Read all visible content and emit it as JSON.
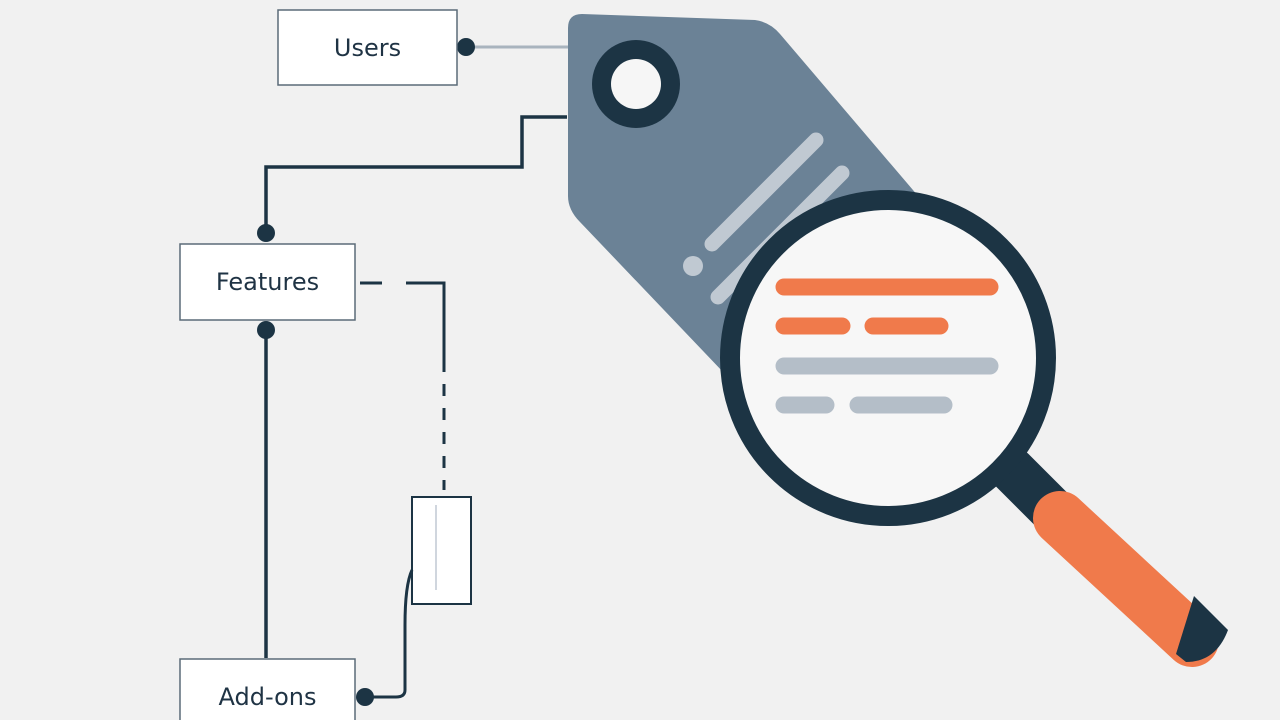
{
  "nodes": {
    "users": {
      "label": "Users"
    },
    "features": {
      "label": "Features"
    },
    "addons": {
      "label": "Add-ons"
    }
  },
  "palette": {
    "background": "#f1f1f1",
    "line": "#1c3444",
    "tag": "#6b8296",
    "tag_stripe": "#c0c9d2",
    "accent": "#f07a4b",
    "lens_text_gray": "#b4bec8",
    "lens_face": "#f7f7f7"
  },
  "icons": {
    "tag": "price-tag-icon",
    "magnifier": "magnifying-glass-icon"
  }
}
